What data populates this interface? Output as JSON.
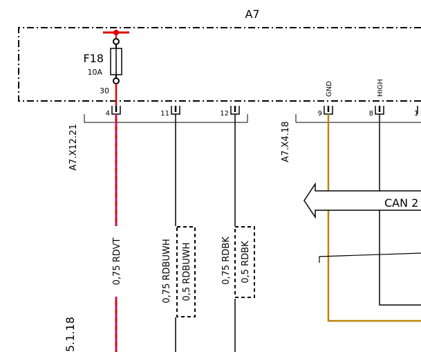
{
  "module": {
    "name": "A7"
  },
  "fuse": {
    "name": "F18",
    "rating": "10A",
    "terminal": "30"
  },
  "connectors": [
    {
      "name": "A7.X12.21",
      "pins": [
        "4",
        "11",
        "12"
      ]
    },
    {
      "name": "A7.X4.18",
      "pins": [
        "9",
        "8",
        "1"
      ]
    }
  ],
  "pin_labels": {
    "gnd": "GND",
    "high": "HIGH"
  },
  "wires": [
    {
      "pin": "4",
      "label": "0,75 RDVT",
      "alt_label": ""
    },
    {
      "pin": "11",
      "label": "0,75 RDBUWH",
      "alt_label": "0,5 RDBUWH"
    },
    {
      "pin": "12",
      "label": "0,75 RDBK",
      "alt_label": "0,5 RDBK"
    }
  ],
  "bus": {
    "label": "CAN 2"
  },
  "page_ref": "5.1.18",
  "colors": {
    "power_red": "#e00000",
    "violet_stripe": "#a020f0",
    "gnd_gold": "#b8860b",
    "line": "#000000"
  }
}
